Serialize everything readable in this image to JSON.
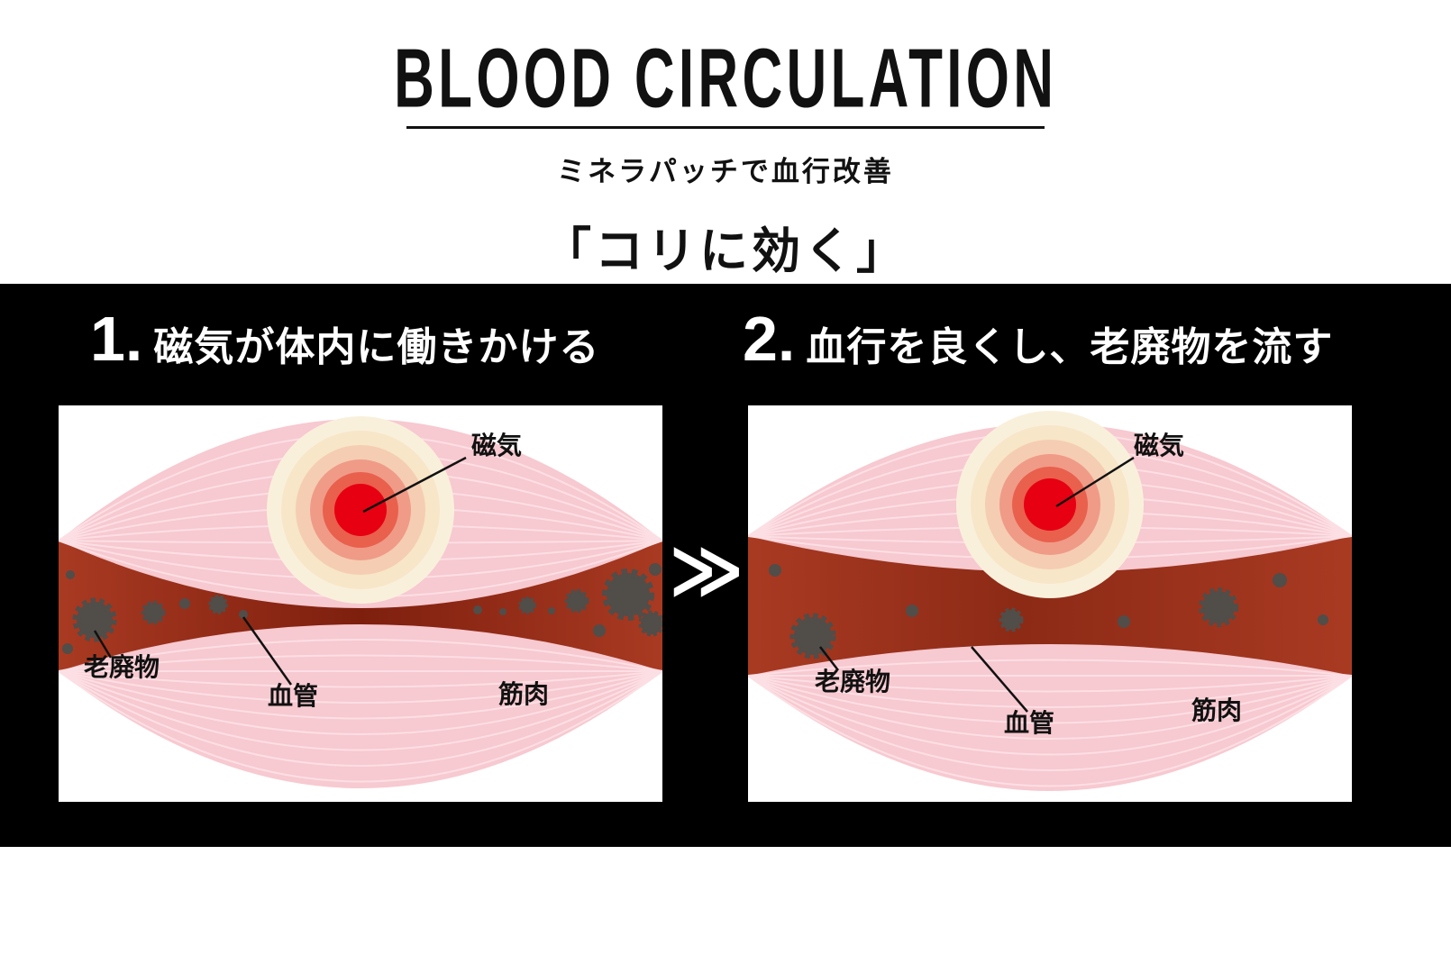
{
  "header": {
    "title": "BLOOD CIRCULATION",
    "subtitle": "ミネラパッチで血行改善",
    "catchphrase": "「コリに効く」"
  },
  "separator": {
    "symbol": "≫"
  },
  "panels": [
    {
      "number": "1.",
      "heading": "磁気が体内に働きかける",
      "labels": {
        "magnet": "磁気",
        "waste": "老廃物",
        "vessel": "血管",
        "muscle": "筋肉"
      }
    },
    {
      "number": "2.",
      "heading": "血行を良くし、老廃物を流す",
      "labels": {
        "magnet": "磁気",
        "waste": "老廃物",
        "vessel": "血管",
        "muscle": "筋肉"
      }
    }
  ],
  "colors": {
    "accent_red": "#e60012",
    "vessel_red": "#a93a22",
    "vessel_dark": "#7e1f0e",
    "muscle_pink": "#f7c9d0",
    "muscle_stripe": "#fcdfe4",
    "waste_gray": "#514d49",
    "background_black": "#000000"
  }
}
